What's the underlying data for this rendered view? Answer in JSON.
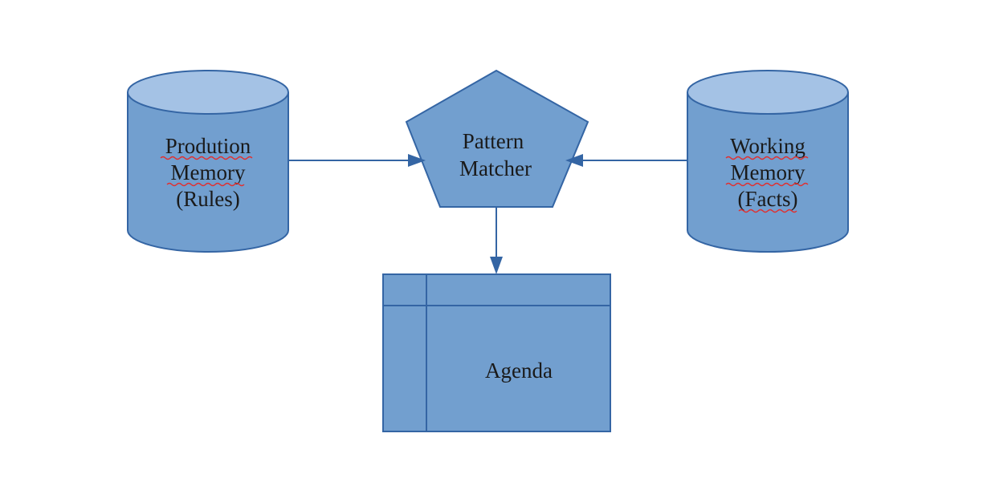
{
  "diagram": {
    "production_memory": {
      "lines": [
        "Prodution",
        "Memory",
        "(Rules)"
      ]
    },
    "pattern_matcher": {
      "lines": [
        "Pattern",
        "Matcher"
      ]
    },
    "working_memory": {
      "lines": [
        "Working",
        "Memory",
        "(Facts)"
      ]
    },
    "agenda": {
      "label": "Agenda"
    }
  },
  "colors": {
    "fill": "#729fcf",
    "cylinder_top": "#a4c2e5",
    "outline": "#3465a4",
    "spellcheck_underline": "#e03030"
  },
  "icons": {
    "production_memory": "database-cylinder-icon",
    "working_memory": "database-cylinder-icon",
    "pattern_matcher": "pentagon-shape",
    "agenda": "internal-storage-shape"
  }
}
